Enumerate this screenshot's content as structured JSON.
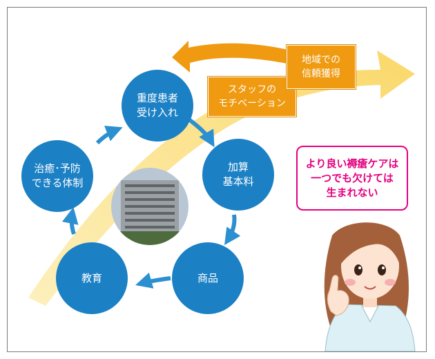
{
  "nodes": {
    "intake": "重度患者\n受け入れ",
    "fee": "加算\n基本料",
    "product": "商品",
    "education": "教育",
    "prevention": "治癒･予防\nできる体制"
  },
  "outcomes": {
    "motivation": "スタッフの\nモチベーション",
    "trust": "地域での\n信頼獲得"
  },
  "callout": "より良い褥瘡ケアは\n一つでも欠けては\n生まれない",
  "colors": {
    "node_fill": "#1b80c4",
    "outcome_fill": "#ef9a10",
    "callout_border": "#e4007f",
    "arrow_fill": "#fbe48f"
  }
}
